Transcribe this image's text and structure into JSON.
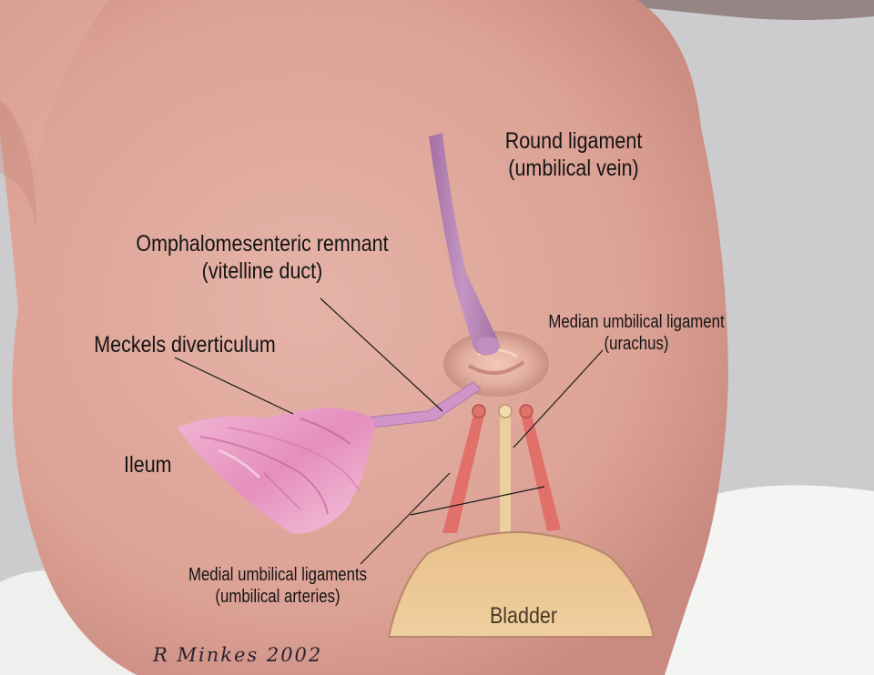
{
  "labels": {
    "round_ligament": {
      "line1": "Round ligament",
      "line2": "(umbilical vein)"
    },
    "omphalomesenteric": {
      "line1": "Omphalomesenteric remnant",
      "line2": "(vitelline duct)"
    },
    "median_umbilical": {
      "line1": "Median umbilical ligament",
      "line2": "(urachus)"
    },
    "meckels": "Meckels diverticulum",
    "ileum": "Ileum",
    "medial_umbilical": {
      "line1": "Medial umbilical ligaments",
      "line2": "(umbilical arteries)"
    },
    "bladder": "Bladder"
  },
  "signature": "R Minkes 2002",
  "colors": {
    "skin": "#dea79c",
    "background_cloth": "#c9c9cb",
    "vein": "#b783b6",
    "arteries": "#e07368",
    "urachus": "#ecd3a1",
    "bladder": "#ebc791",
    "ileum": "#e79cc4",
    "leader_lines": "#1a1a1a"
  }
}
